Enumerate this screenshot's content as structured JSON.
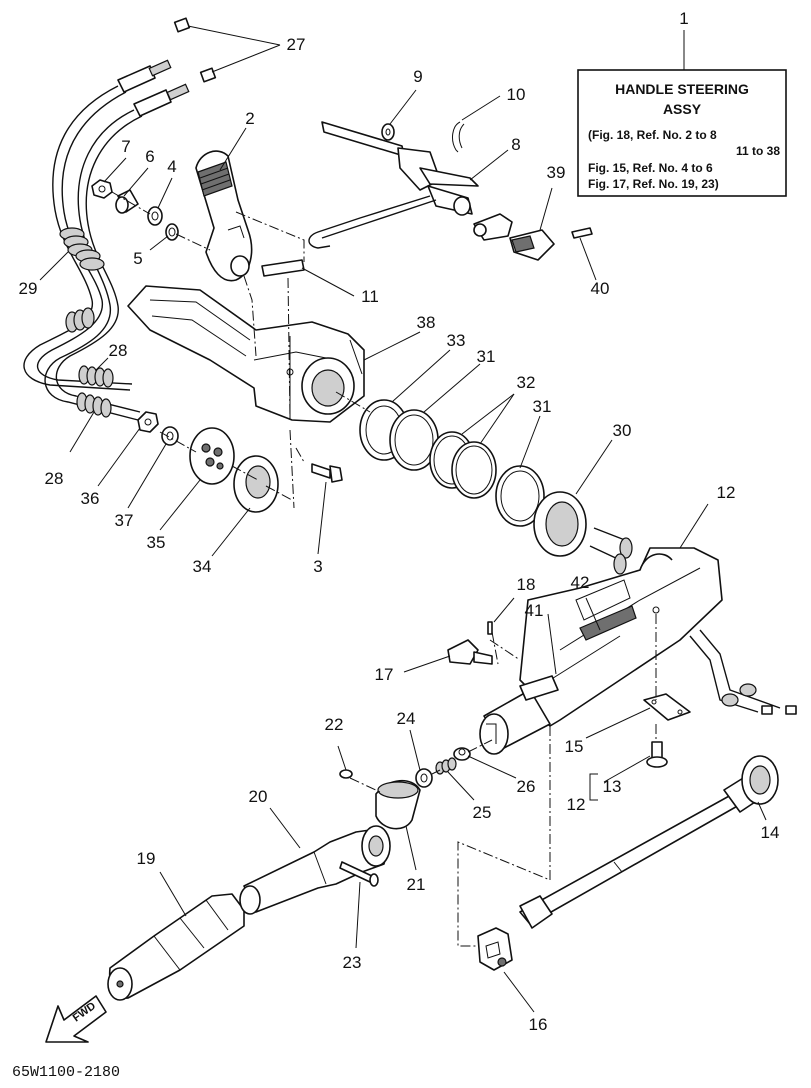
{
  "info_box": {
    "title_line1": "HANDLE STEERING",
    "title_line2": "ASSY",
    "refs": [
      "(Fig. 18, Ref. No. 2 to 8",
      "11 to 38",
      "Fig. 15, Ref. No. 4 to 6",
      "Fig. 17, Ref. No. 19, 23)"
    ]
  },
  "callouts": [
    {
      "id": "c1",
      "text": "1"
    },
    {
      "id": "c2",
      "text": "2"
    },
    {
      "id": "c3",
      "text": "3"
    },
    {
      "id": "c4",
      "text": "4"
    },
    {
      "id": "c5",
      "text": "5"
    },
    {
      "id": "c6",
      "text": "6"
    },
    {
      "id": "c7",
      "text": "7"
    },
    {
      "id": "c8",
      "text": "8"
    },
    {
      "id": "c9",
      "text": "9"
    },
    {
      "id": "c10",
      "text": "10"
    },
    {
      "id": "c11",
      "text": "11"
    },
    {
      "id": "c12a",
      "text": "12"
    },
    {
      "id": "c12b",
      "text": "12"
    },
    {
      "id": "c13",
      "text": "13"
    },
    {
      "id": "c14",
      "text": "14"
    },
    {
      "id": "c15",
      "text": "15"
    },
    {
      "id": "c16",
      "text": "16"
    },
    {
      "id": "c17",
      "text": "17"
    },
    {
      "id": "c18",
      "text": "18"
    },
    {
      "id": "c19",
      "text": "19"
    },
    {
      "id": "c20",
      "text": "20"
    },
    {
      "id": "c21",
      "text": "21"
    },
    {
      "id": "c22",
      "text": "22"
    },
    {
      "id": "c23",
      "text": "23"
    },
    {
      "id": "c24",
      "text": "24"
    },
    {
      "id": "c25",
      "text": "25"
    },
    {
      "id": "c26",
      "text": "26"
    },
    {
      "id": "c27",
      "text": "27"
    },
    {
      "id": "c28a",
      "text": "28"
    },
    {
      "id": "c28b",
      "text": "28"
    },
    {
      "id": "c29",
      "text": "29"
    },
    {
      "id": "c30",
      "text": "30"
    },
    {
      "id": "c31a",
      "text": "31"
    },
    {
      "id": "c31b",
      "text": "31"
    },
    {
      "id": "c32",
      "text": "32"
    },
    {
      "id": "c33",
      "text": "33"
    },
    {
      "id": "c34",
      "text": "34"
    },
    {
      "id": "c35",
      "text": "35"
    },
    {
      "id": "c36",
      "text": "36"
    },
    {
      "id": "c37",
      "text": "37"
    },
    {
      "id": "c38",
      "text": "38"
    },
    {
      "id": "c39",
      "text": "39"
    },
    {
      "id": "c40",
      "text": "40"
    },
    {
      "id": "c41",
      "text": "41"
    },
    {
      "id": "c42",
      "text": "42"
    }
  ],
  "fwd_label": "FWD",
  "figure_code": "65W1100-2180"
}
